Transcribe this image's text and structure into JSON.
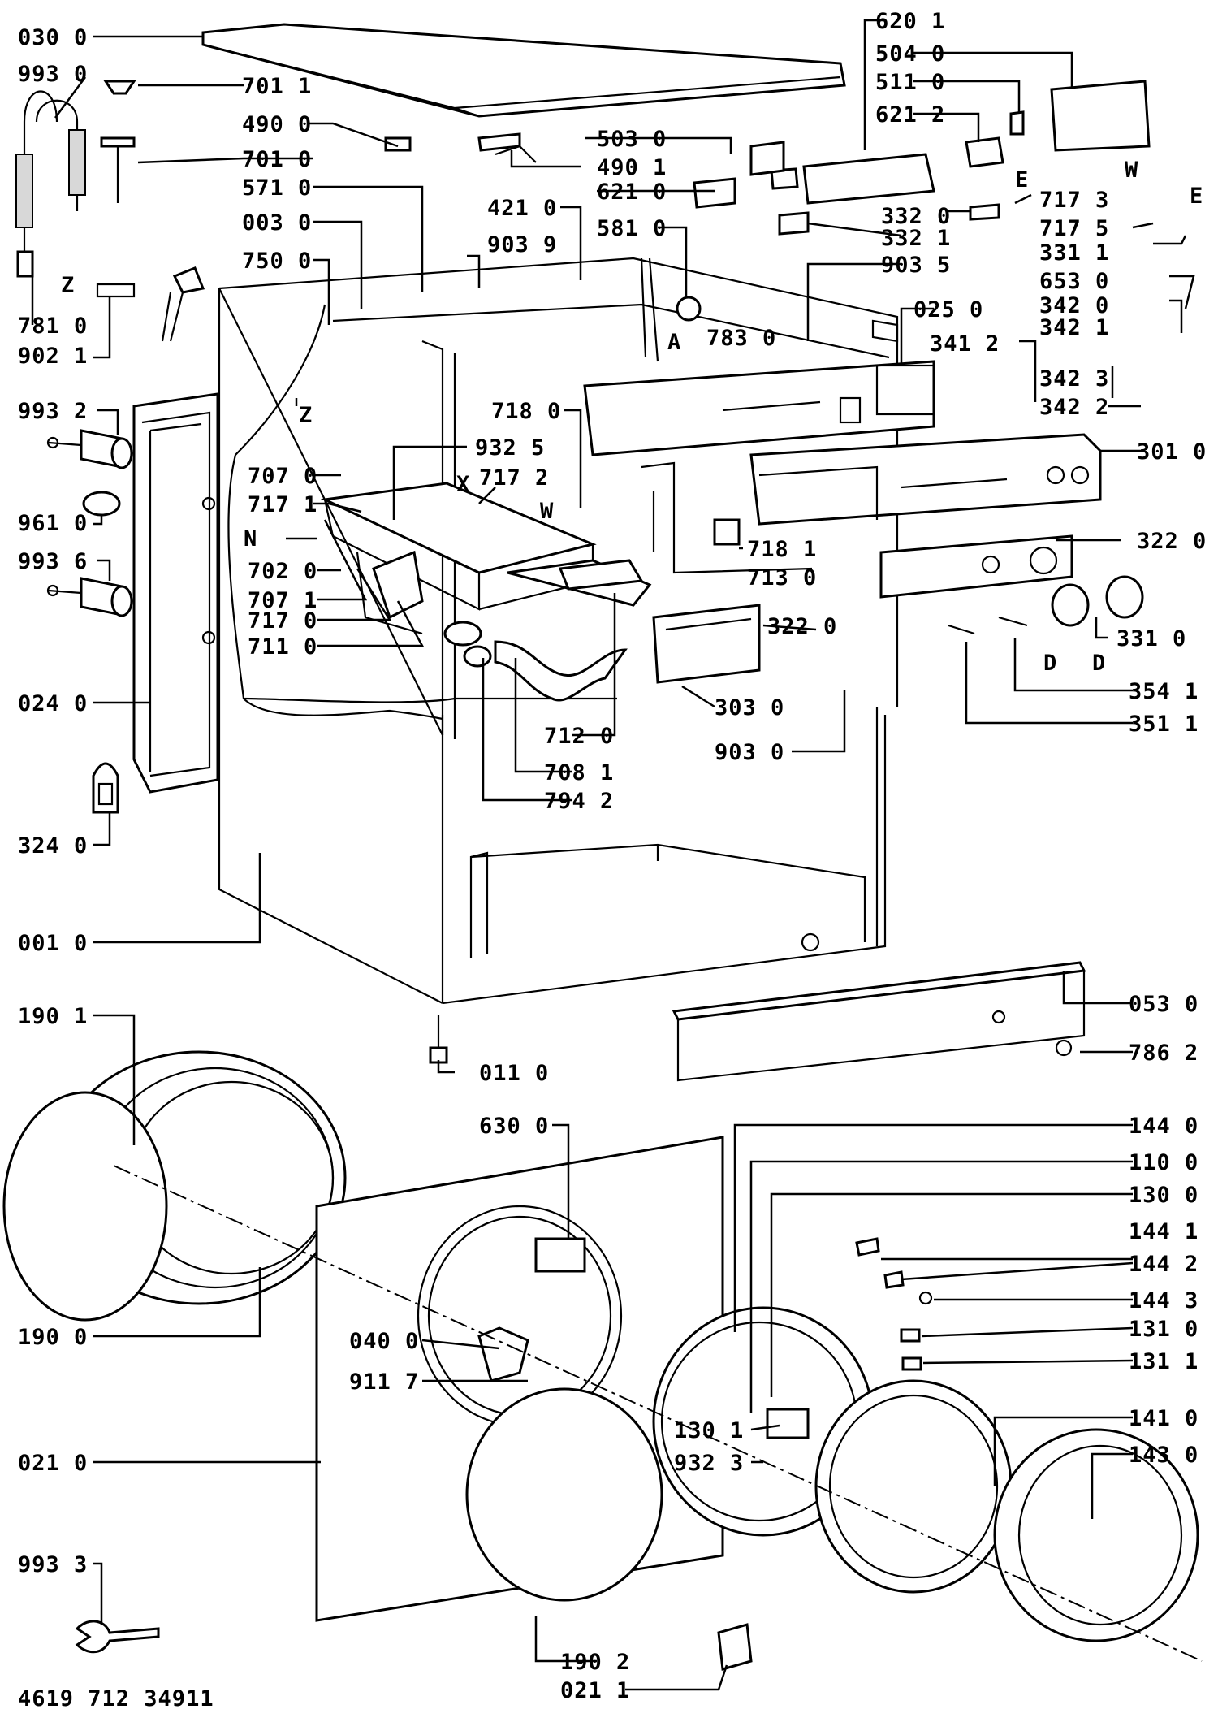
{
  "doc_code": "4619 712 34911",
  "labels_left": [
    {
      "text": "030 0"
    },
    {
      "text": "993 0"
    },
    {
      "text": "701 1"
    },
    {
      "text": "490 0"
    },
    {
      "text": "701 0"
    },
    {
      "text": "571 0"
    },
    {
      "text": "003 0"
    },
    {
      "text": "750 0"
    },
    {
      "text": "781 0"
    },
    {
      "text": "902 1"
    },
    {
      "text": "993 2"
    },
    {
      "text": "961 0"
    },
    {
      "text": "993 6"
    },
    {
      "text": "024 0"
    },
    {
      "text": "324 0"
    },
    {
      "text": "001 0"
    },
    {
      "text": "190 1"
    },
    {
      "text": "190 0"
    },
    {
      "text": "021 0"
    },
    {
      "text": "993 3"
    }
  ],
  "labels_center": [
    {
      "text": "707 0"
    },
    {
      "text": "717 1"
    },
    {
      "text": "N"
    },
    {
      "text": "702 0"
    },
    {
      "text": "707 1"
    },
    {
      "text": "717 0"
    },
    {
      "text": "711 0"
    },
    {
      "text": "932 5"
    },
    {
      "text": "X"
    },
    {
      "text": "717 2"
    },
    {
      "text": "W"
    },
    {
      "text": "718 0"
    },
    {
      "text": "712 0"
    },
    {
      "text": "708 1"
    },
    {
      "text": "794 2"
    },
    {
      "text": "322 0"
    },
    {
      "text": "303 0"
    },
    {
      "text": "903 0"
    },
    {
      "text": "718 1"
    },
    {
      "text": "713 0"
    },
    {
      "text": "421 0"
    },
    {
      "text": "903 9"
    },
    {
      "text": "581 0"
    },
    {
      "text": "A"
    },
    {
      "text": "783 0"
    },
    {
      "text": "Z"
    },
    {
      "text": "Z"
    },
    {
      "text": "011 0"
    },
    {
      "text": "630 0"
    },
    {
      "text": "040 0"
    },
    {
      "text": "911 7"
    },
    {
      "text": "130 1"
    },
    {
      "text": "932 3"
    },
    {
      "text": "190 2"
    },
    {
      "text": "021 1"
    },
    {
      "text": "490 1"
    },
    {
      "text": "503 0"
    },
    {
      "text": "621 0"
    }
  ],
  "labels_right": [
    {
      "text": "620 1"
    },
    {
      "text": "504 0"
    },
    {
      "text": "511 0"
    },
    {
      "text": "621 2"
    },
    {
      "text": "E"
    },
    {
      "text": "W"
    },
    {
      "text": "717 3"
    },
    {
      "text": "E"
    },
    {
      "text": "717 5"
    },
    {
      "text": "331 1"
    },
    {
      "text": "332 0"
    },
    {
      "text": "332 1"
    },
    {
      "text": "903 5"
    },
    {
      "text": "025 0"
    },
    {
      "text": "653 0"
    },
    {
      "text": "342 0"
    },
    {
      "text": "342 1"
    },
    {
      "text": "341 2"
    },
    {
      "text": "342 3"
    },
    {
      "text": "342 2"
    },
    {
      "text": "301 0"
    },
    {
      "text": "322 0"
    },
    {
      "text": "331 0"
    },
    {
      "text": "D"
    },
    {
      "text": "D"
    },
    {
      "text": "354 1"
    },
    {
      "text": "351 1"
    },
    {
      "text": "053 0"
    },
    {
      "text": "786 2"
    },
    {
      "text": "144 0"
    },
    {
      "text": "110 0"
    },
    {
      "text": "130 0"
    },
    {
      "text": "144 1"
    },
    {
      "text": "144 2"
    },
    {
      "text": "144 3"
    },
    {
      "text": "131 0"
    },
    {
      "text": "131 1"
    },
    {
      "text": "141 0"
    },
    {
      "text": "143 0"
    }
  ]
}
